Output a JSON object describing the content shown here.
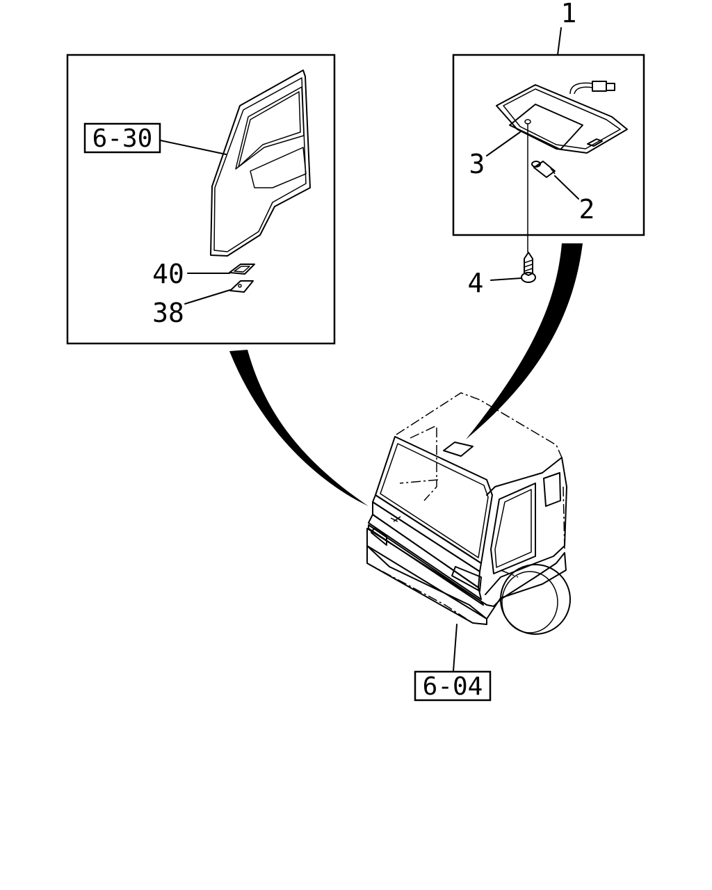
{
  "callouts": {
    "overhead_lamp_assembly": "1",
    "bulb": "2",
    "lens": "3",
    "screw": "4",
    "clip_40": "40",
    "clip_38": "38"
  },
  "references": {
    "door": "6-30",
    "cab": "6-04"
  }
}
